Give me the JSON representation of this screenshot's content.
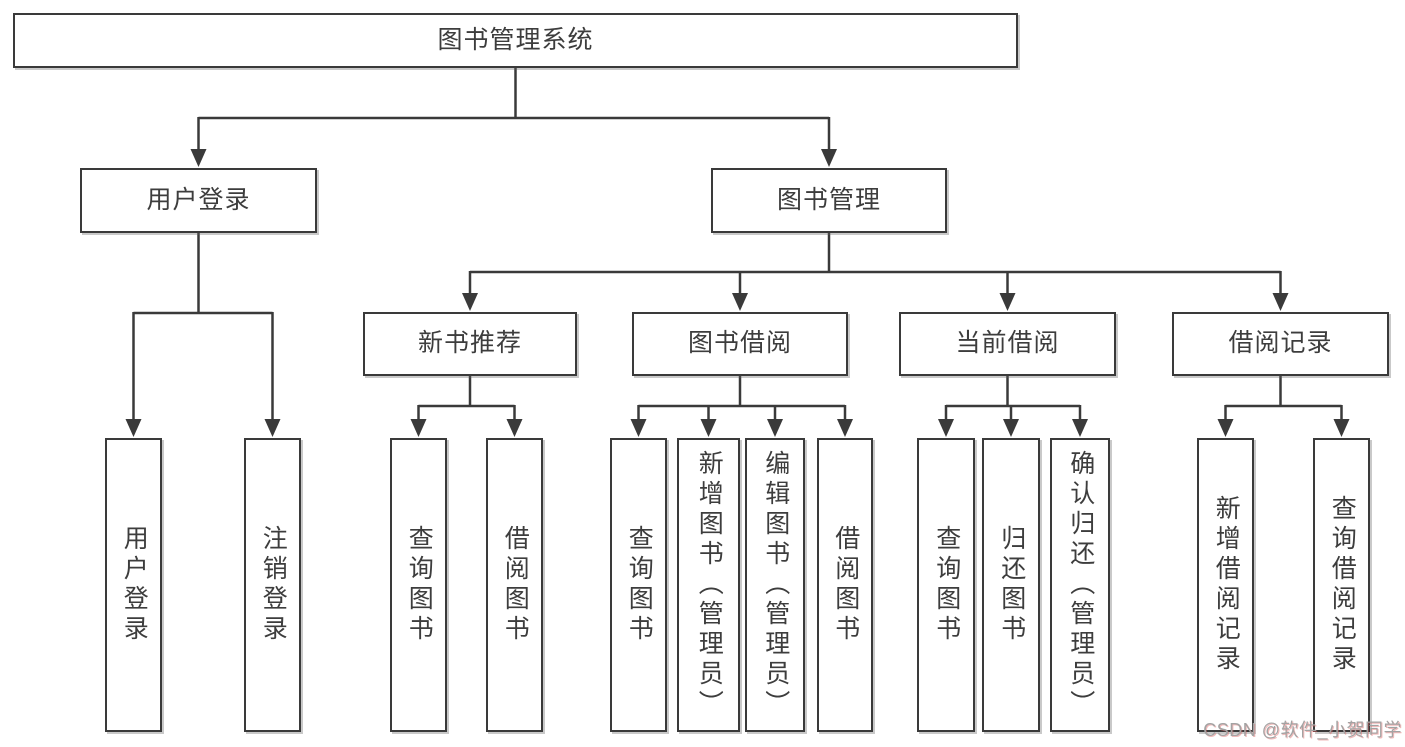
{
  "diagram": {
    "title": "图书管理系统",
    "root": {
      "label": "图书管理系统"
    },
    "user_login": {
      "label": "用户登录",
      "children": [
        {
          "label": "用户登录"
        },
        {
          "label": "注销登录"
        }
      ]
    },
    "book_mgmt": {
      "label": "图书管理",
      "sections": [
        {
          "label": "新书推荐",
          "children": [
            {
              "label": "查询图书"
            },
            {
              "label": "借阅图书"
            }
          ]
        },
        {
          "label": "图书借阅",
          "children": [
            {
              "label": "查询图书"
            },
            {
              "label": "新增图书（管理员）"
            },
            {
              "label": "编辑图书（管理员）"
            },
            {
              "label": "借阅图书"
            }
          ]
        },
        {
          "label": "当前借阅",
          "children": [
            {
              "label": "查询图书"
            },
            {
              "label": "归还图书"
            },
            {
              "label": "确认归还（管理员）"
            }
          ]
        },
        {
          "label": "借阅记录",
          "children": [
            {
              "label": "新增借阅记录"
            },
            {
              "label": "查询借阅记录"
            }
          ]
        }
      ]
    },
    "colors": {
      "line": "#3a3a3a",
      "border": "#3a3a3a",
      "text": "#3d3d3d",
      "background": "#ffffff",
      "watermark": "#a3a3a3"
    }
  },
  "watermark": {
    "text": "CSDN @软件_小贺同学"
  }
}
